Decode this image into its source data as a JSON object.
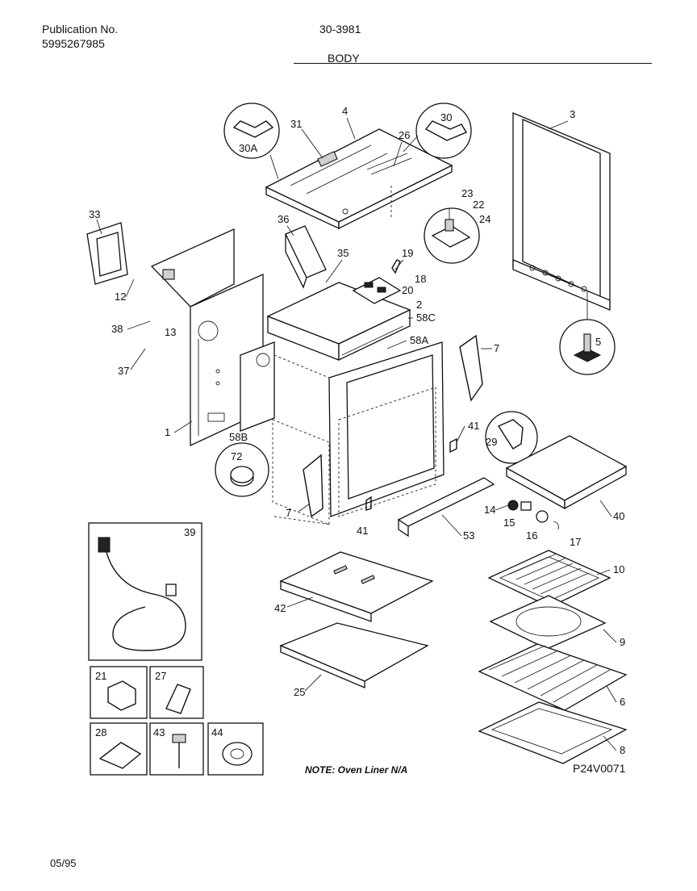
{
  "header": {
    "publication_label": "Publication No.",
    "publication_number": "5995267985",
    "model": "30-3981",
    "section": "BODY"
  },
  "note": "NOTE: Oven Liner N/A",
  "figure_code": "P24V0071",
  "date": "05/95",
  "callouts": {
    "c1": "1",
    "c2": "2",
    "c3": "3",
    "c4": "4",
    "c5": "5",
    "c6": "6",
    "c7a": "7",
    "c7b": "7",
    "c8": "8",
    "c9": "9",
    "c10": "10",
    "c12": "12",
    "c13": "13",
    "c14": "14",
    "c15": "15",
    "c16": "16",
    "c17": "17",
    "c18": "18",
    "c19": "19",
    "c20": "20",
    "c21": "21",
    "c22": "22",
    "c23": "23",
    "c24": "24",
    "c25": "25",
    "c26": "26",
    "c27": "27",
    "c28": "28",
    "c29": "29",
    "c30": "30",
    "c30a": "30A",
    "c31": "31",
    "c33": "33",
    "c35": "35",
    "c36": "36",
    "c37": "37",
    "c38": "38",
    "c39": "39",
    "c40": "40",
    "c41a": "41",
    "c41b": "41",
    "c42": "42",
    "c43": "43",
    "c44": "44",
    "c53": "53",
    "c58a": "58A",
    "c58b": "58B",
    "c58c": "58C",
    "c72": "72"
  }
}
